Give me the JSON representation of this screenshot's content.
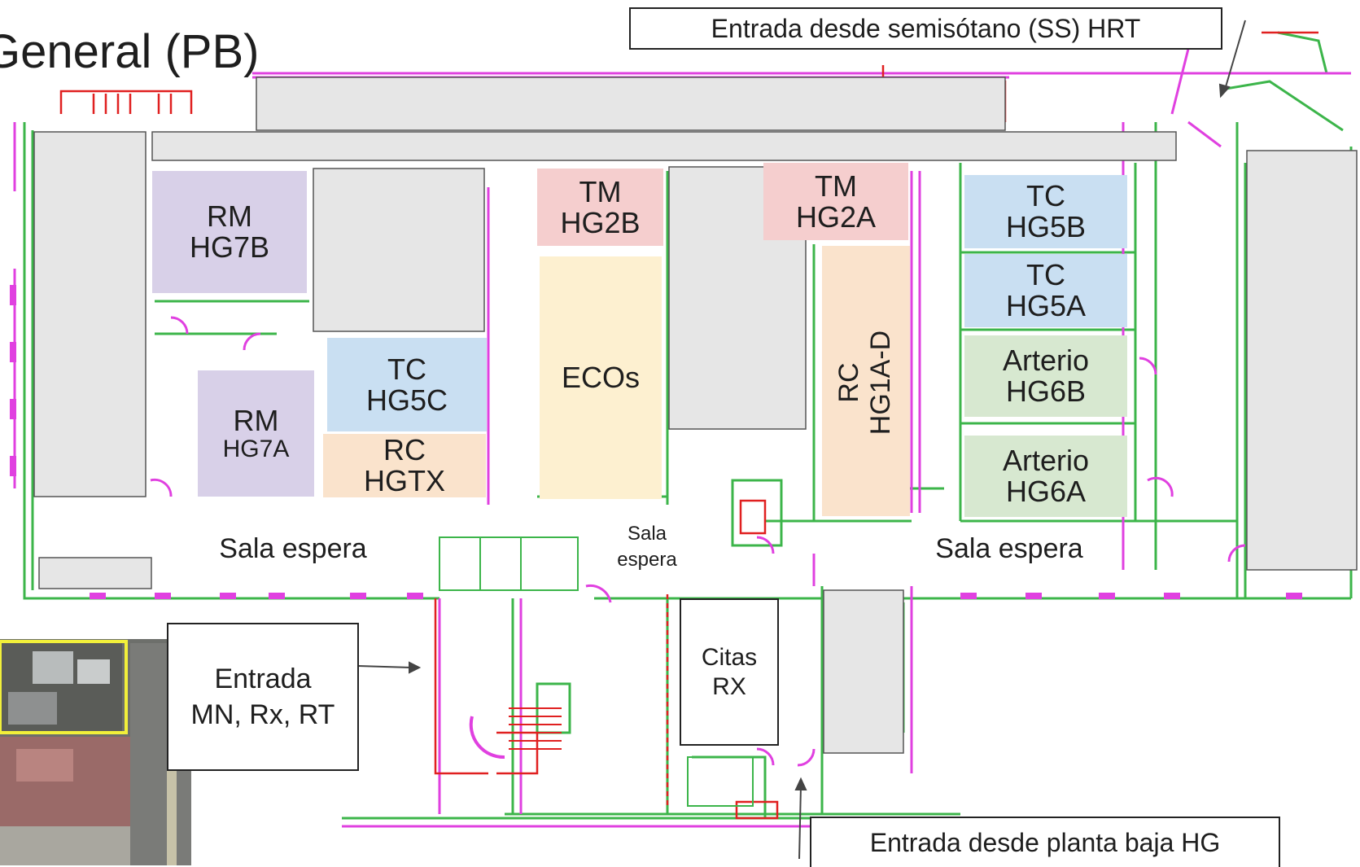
{
  "title": "General (PB)",
  "rooms": {
    "rm_hg7b": {
      "line1": "RM",
      "line2": "HG7B",
      "color": "#d8d0e8"
    },
    "rm_hg7a": {
      "line1": "RM",
      "line2": "HG7A",
      "color": "#d8d0e8"
    },
    "tc_hg5c": {
      "line1": "TC",
      "line2": "HG5C",
      "color": "#c9dff2"
    },
    "rc_hgtx": {
      "line1": "RC",
      "line2": "HGTX",
      "color": "#fae3cc"
    },
    "tm_hg2b": {
      "line1": "TM",
      "line2": "HG2B",
      "color": "#f5cece"
    },
    "ecos": {
      "line1": "ECOs",
      "color": "#fdf0d0"
    },
    "tm_hg2a": {
      "line1": "TM",
      "line2": "HG2A",
      "color": "#f5cece"
    },
    "rc_hg1ad": {
      "line1": "RC",
      "line2": "HG1A-D",
      "color": "#fae3cc"
    },
    "tc_hg5b": {
      "line1": "TC",
      "line2": "HG5B",
      "color": "#c9dff2"
    },
    "tc_hg5a": {
      "line1": "TC",
      "line2": "HG5A",
      "color": "#c9dff2"
    },
    "arterio_hg6b": {
      "line1": "Arterio",
      "line2": "HG6B",
      "color": "#d7e8d0"
    },
    "arterio_hg6a": {
      "line1": "Arterio",
      "line2": "HG6A",
      "color": "#d7e8d0"
    }
  },
  "waiting": {
    "left": "Sala espera",
    "center_line1": "Sala",
    "center_line2": "espera",
    "right": "Sala espera"
  },
  "citas": {
    "line1": "Citas",
    "line2": "RX"
  },
  "entrances": {
    "mn": {
      "line1": "Entrada",
      "line2": "MN, Rx, RT"
    },
    "ss": "Entrada desde semisótano (SS) HRT",
    "pb": "Entrada desde planta baja HG"
  },
  "colors": {
    "wall_green": "#3cb54a",
    "wall_magenta": "#e040e0",
    "wall_red": "#e02020",
    "block_grey": "#e6e6e6"
  }
}
